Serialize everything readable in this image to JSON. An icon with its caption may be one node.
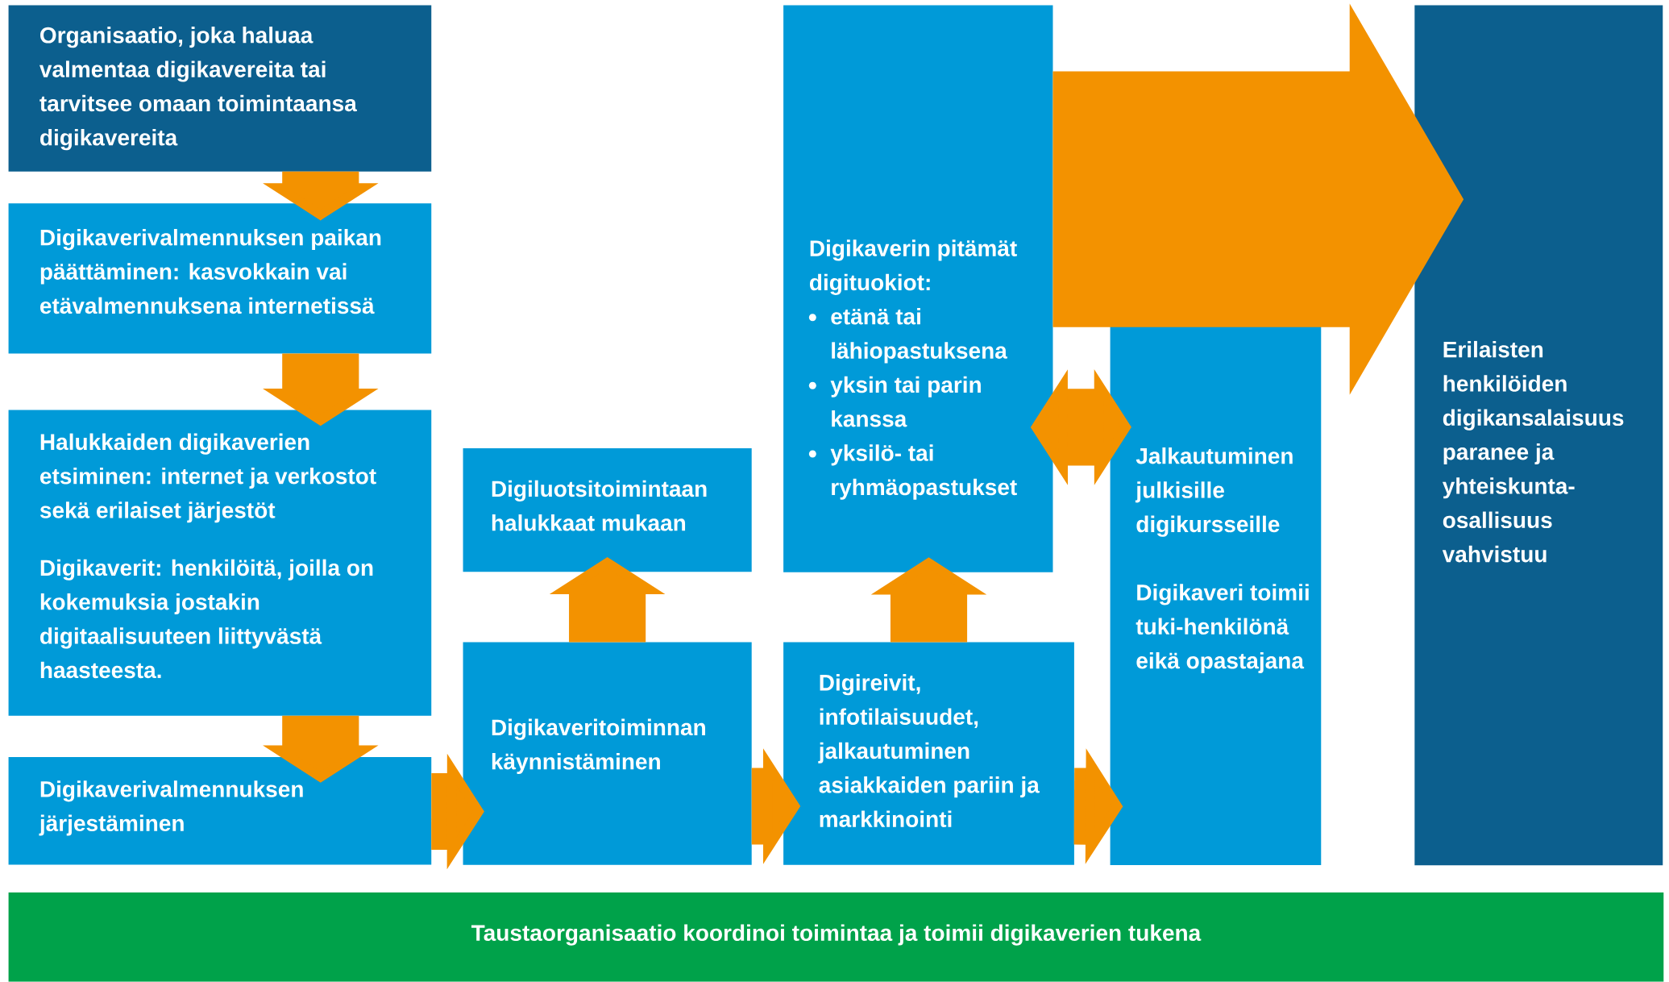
{
  "diagram": {
    "nodes": [
      {
        "text": [
          "Organisaatio, joka haluaa valmentaa digikavereita tai tarvitsee omaan toimintaansa digikavereita"
        ]
      },
      {
        "text": [
          "Digikaverivalmennuksen paikan päättäminen: kasvokkain vai etävalmennuksena internetissä"
        ]
      },
      {
        "text": [
          "Halukkaiden digikaverien etsiminen: internet ja verkostot sekä erilaiset järjestöt",
          "Digikaverit: henkilöitä, joilla on kokemuksia jostakin digitaalisuuteen liittyvästä haasteesta."
        ]
      },
      {
        "text": [
          "Digikaverivalmennuksen järjestäminen"
        ]
      },
      {
        "text": [
          "Digiluotsitoimintaan halukkaat mukaan"
        ]
      },
      {
        "text": [
          "Digikaveritoiminnan käynnistäminen"
        ]
      },
      {
        "text": [
          "Digikaverin pitämät digituokiot:",
          "etänä tai lähiopastuksena",
          "yksin tai parin kanssa",
          "yksilö- tai ryhmäopastukset"
        ]
      },
      {
        "text": [
          "Digireivit, infotilaisuudet, jalkautuminen asiakkaiden pariin ja markkinointi"
        ]
      },
      {
        "text": [
          "Jalkautuminen julkisille digikursseille",
          "Digikaveri toimii tuki-henkilönä eikä opastajana"
        ]
      },
      {
        "text": [
          "Erilaisten henkilöiden digikansalaisuus paranee ja yhteiskunta-osallisuus vahvistuu"
        ]
      },
      {
        "text": [
          "Taustaorganisaatio koordinoi toimintaa ja toimii digikaverien tukena"
        ]
      }
    ],
    "edges": [
      {
        "from": 0,
        "to": 1,
        "arrow": "to"
      },
      {
        "from": 1,
        "to": 2,
        "arrow": "to"
      },
      {
        "from": 2,
        "to": 3,
        "arrow": "to"
      },
      {
        "from": 3,
        "to": 5,
        "arrow": "to"
      },
      {
        "from": 5,
        "to": 4,
        "arrow": "to"
      },
      {
        "from": 5,
        "to": 7,
        "arrow": "to"
      },
      {
        "from": 7,
        "to": 6,
        "arrow": "to"
      },
      {
        "from": 7,
        "to": 8,
        "arrow": "to"
      },
      {
        "from": 6,
        "to": 8,
        "arrow": "both"
      },
      {
        "from": 6,
        "to": 9,
        "arrow": "to",
        "style": "thick"
      }
    ]
  }
}
